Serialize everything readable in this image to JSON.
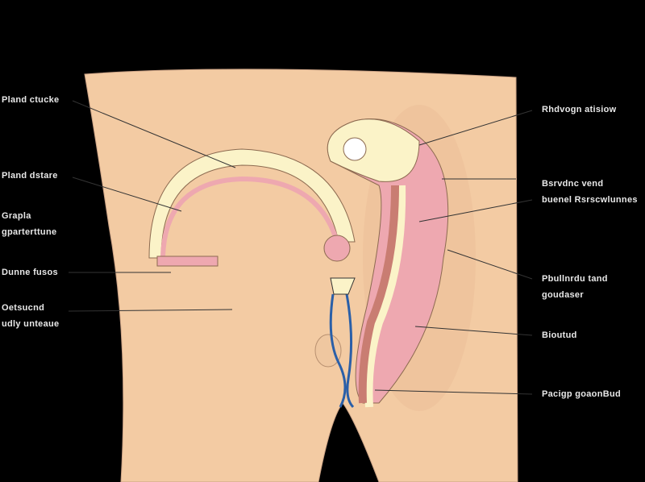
{
  "labels_left": [
    {
      "lines": [
        "Pland ctucke"
      ]
    },
    {
      "lines": [
        "Pland dstare"
      ]
    },
    {
      "lines": [
        "Grapla",
        "gparterttune"
      ]
    },
    {
      "lines": [
        "Dunne fusos"
      ]
    },
    {
      "lines": [
        "Oetsucnd",
        "udly unteaue"
      ]
    }
  ],
  "labels_right": [
    {
      "lines": [
        "Rhdvogn atisiow"
      ]
    },
    {
      "lines": [
        "Bsrvdnc vend",
        "buenel Rsrscwlunnes"
      ]
    },
    {
      "lines": [
        "Pbullnrdu tand",
        "goudaser"
      ]
    },
    {
      "lines": [
        "Bioutud"
      ]
    },
    {
      "lines": [
        "Pacigp goaonBud"
      ]
    }
  ],
  "colors": {
    "skin": "#f3cba3",
    "tube": "#fbf3c8",
    "pink": "#eea8b0",
    "duct": "#2a5fa8"
  }
}
